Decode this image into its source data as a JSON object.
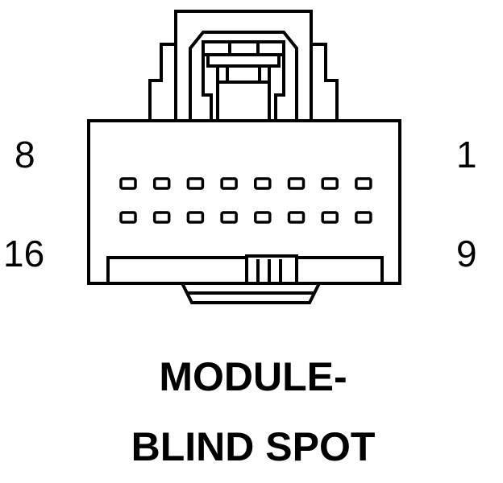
{
  "pin_labels": {
    "top_left": "8",
    "top_right": "1",
    "bottom_left": "16",
    "bottom_right": "9"
  },
  "caption": {
    "line1": "MODULE-",
    "line2": "BLIND SPOT"
  },
  "connector": {
    "pin_rows": 2,
    "pins_per_row": 8,
    "stroke_color": "#000000",
    "fill_color": "#ffffff"
  }
}
